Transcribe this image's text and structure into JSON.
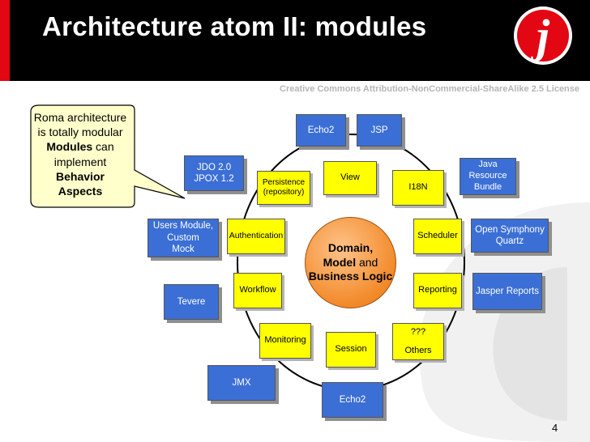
{
  "slide": {
    "title": "Architecture atom II: modules",
    "license": "Creative Commons Attribution-NonCommercial-ShareAlike 2.5 License",
    "page_number": "4",
    "logo_letter": "j"
  },
  "callout": {
    "line1": "Roma architecture is totally modular",
    "modules_word": "Modules",
    "mid": "can implement",
    "behavior": "Behavior",
    "aspects": "Aspects"
  },
  "center": {
    "domain": "Domain,",
    "model": "Model",
    "and": "and",
    "business_logic": "Business Logic"
  },
  "yellow_nodes": {
    "view": "View",
    "i18n": "I18N",
    "persistence": "Persistence\n(repository)",
    "authentication": "Authentication",
    "scheduler": "Scheduler",
    "workflow": "Workflow",
    "reporting": "Reporting",
    "monitoring": "Monitoring",
    "session": "Session",
    "others": "???\n\nOthers"
  },
  "blue_nodes": {
    "echo2_top": "Echo2",
    "jsp": "JSP",
    "jdo": "JDO 2.0\nJPOX 1.2",
    "java_resource": "Java\nResource\nBundle",
    "users_module": "Users Module,\nCustom\nMock",
    "open_symphony": "Open Symphony\nQuartz",
    "tevere": "Tevere",
    "jasper": "Jasper Reports",
    "jmx": "JMX",
    "echo2_bottom": "Echo2"
  },
  "colors": {
    "title_bar": "#000000",
    "accent_red": "#e30613",
    "module_yellow": "#ffff00",
    "impl_blue": "#3b6fd6",
    "domain_orange": "#f28a2a",
    "callout_fill": "#ffffcc"
  }
}
